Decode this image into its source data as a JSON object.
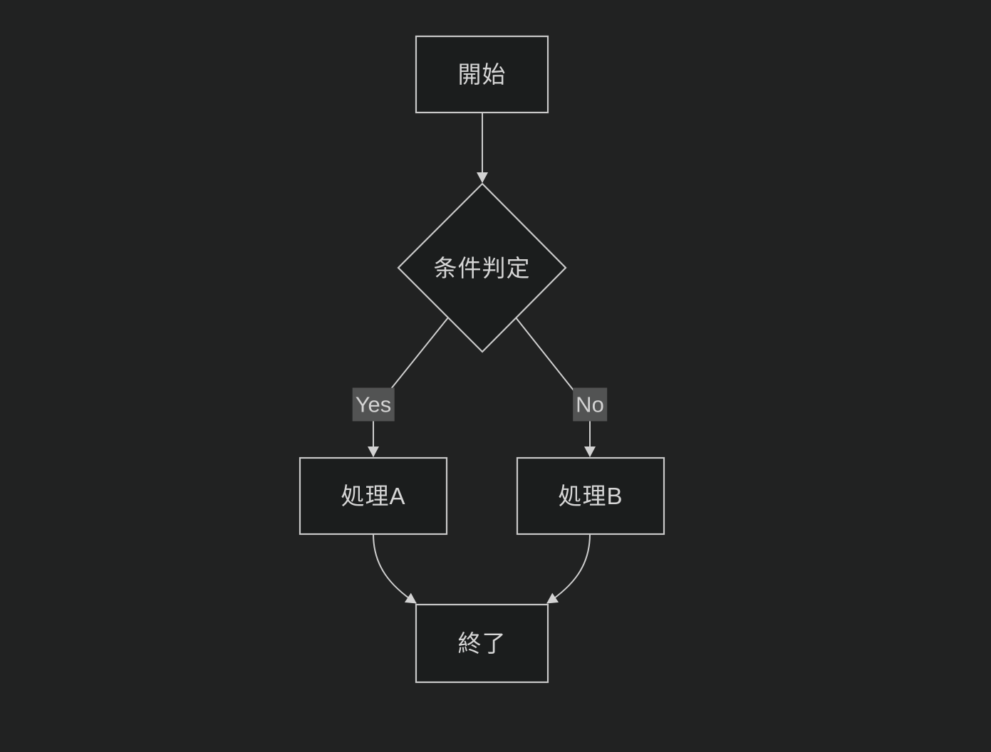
{
  "diagram": {
    "type": "flowchart",
    "direction": "top-down",
    "colors": {
      "background": "#212222",
      "node_fill": "#1b1d1d",
      "node_border": "#c9c9c9",
      "node_text": "#d6d6d6",
      "edge_line": "#cfcfcf",
      "edge_label_bg": "#525353",
      "edge_label_text": "#d3d3d3"
    },
    "nodes": {
      "start": {
        "label": "開始",
        "shape": "rect"
      },
      "decision": {
        "label": "条件判定",
        "shape": "diamond"
      },
      "process_a": {
        "label": "処理A",
        "shape": "rect"
      },
      "process_b": {
        "label": "処理B",
        "shape": "rect"
      },
      "end": {
        "label": "終了",
        "shape": "rect"
      }
    },
    "edge_labels": {
      "yes": "Yes",
      "no": "No"
    },
    "edges": [
      {
        "from": "start",
        "to": "decision",
        "label": ""
      },
      {
        "from": "decision",
        "to": "process_a",
        "label": "Yes"
      },
      {
        "from": "decision",
        "to": "process_b",
        "label": "No"
      },
      {
        "from": "process_a",
        "to": "end",
        "label": ""
      },
      {
        "from": "process_b",
        "to": "end",
        "label": ""
      }
    ]
  }
}
